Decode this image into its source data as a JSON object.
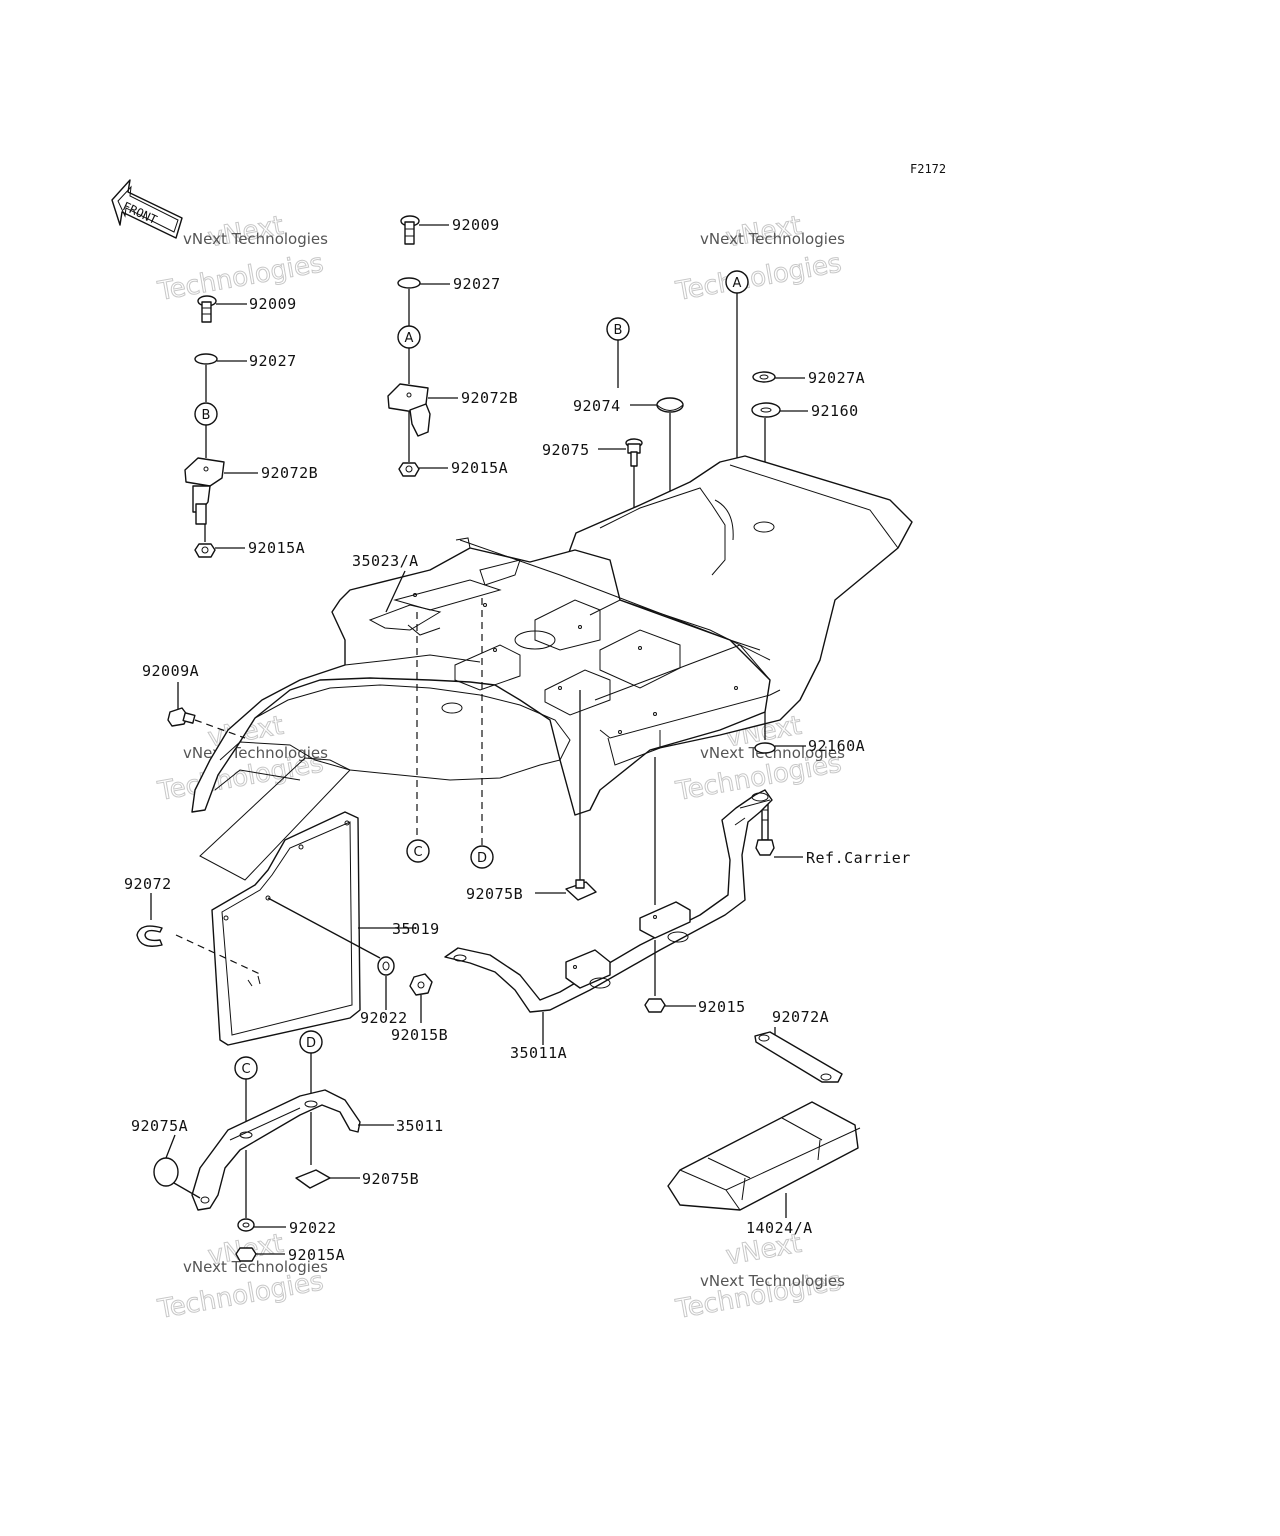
{
  "figure_code": "F2172",
  "front_label": "FRONT",
  "watermark": {
    "line1": "vNext Technologies",
    "line2": "Technologies"
  },
  "callouts": {
    "A": "A",
    "B": "B",
    "C": "C",
    "D": "D"
  },
  "parts": {
    "p92009_left": "92009",
    "p92027_left": "92027",
    "p92072B_left": "92072B",
    "p92015A_left": "92015A",
    "p92009_center": "92009",
    "p92027_center": "92027",
    "p92072B_center": "92072B",
    "p92015A_center": "92015A",
    "p92074": "92074",
    "p92075": "92075",
    "p92027A": "92027A",
    "p92160": "92160",
    "p35023A": "35023/A",
    "p92009A": "92009A",
    "p92160A": "92160A",
    "ref_carrier": "Ref.Carrier",
    "p92072": "92072",
    "p35019": "35019",
    "p92022_mid": "92022",
    "p92015B": "92015B",
    "p92075B_mid": "92075B",
    "p35011A": "35011A",
    "p92015": "92015",
    "p92072A": "92072A",
    "p92075A": "92075A",
    "p35011": "35011",
    "p92075B_low": "92075B",
    "p92022_low": "92022",
    "p92015A_low": "92015A",
    "p14024A": "14024/A"
  }
}
